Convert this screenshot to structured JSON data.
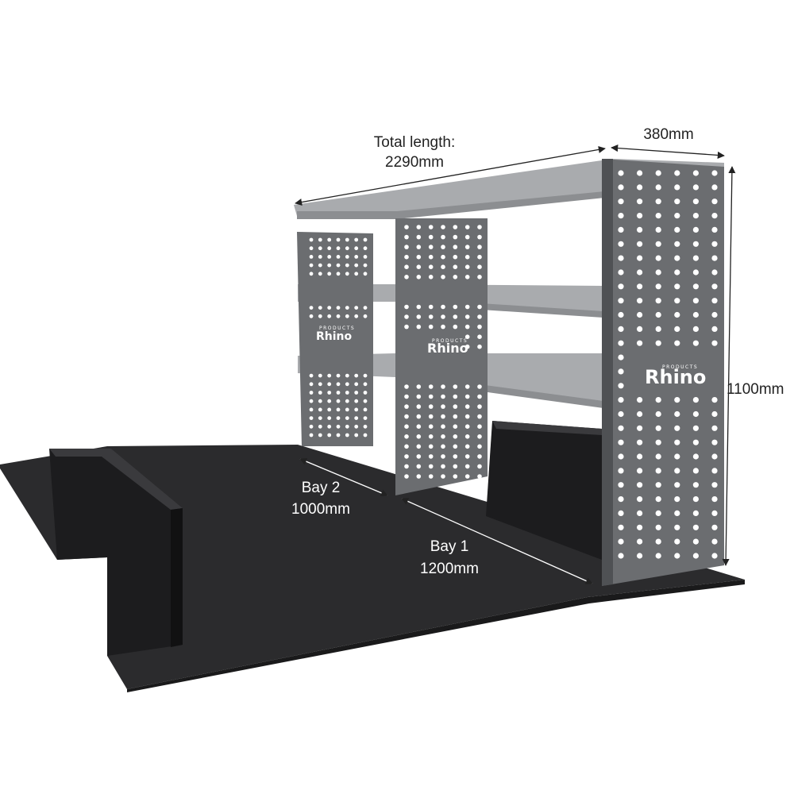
{
  "dimensions": {
    "total_length_label": "Total length:",
    "total_length_value": "2290mm",
    "depth": "380mm",
    "height": "1100mm",
    "bay2_label": "Bay 2",
    "bay2_value": "1000mm",
    "bay1_label": "Bay 1",
    "bay1_value": "1200mm"
  },
  "branding": {
    "logo_word": "Rhino",
    "logo_sub": "PRODUCTS"
  },
  "colors": {
    "panel": "#6b6d70",
    "panel_dark": "#4f5154",
    "shelf": "#a9abae",
    "shelf_edge": "#8c8e91",
    "floor": "#2b2b2d",
    "wheel_arch": "#1c1c1e",
    "hole": "#ffffff",
    "dimension_line": "#222222"
  }
}
